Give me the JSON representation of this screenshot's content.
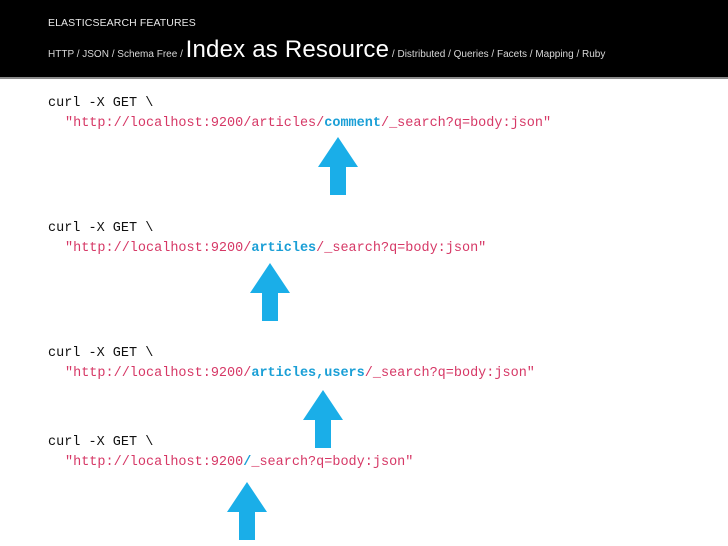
{
  "header": {
    "kicker": "ELASTICSEARCH FEATURES",
    "nav_before": "HTTP / JSON / Schema Free / ",
    "current": "Index as Resource",
    "nav_after": " / Distributed / Queries / Facets / Mapping / Ruby"
  },
  "colors": {
    "accent": "#1aaee8",
    "string": "#d63866",
    "highlight": "#1a9fd6"
  },
  "examples": [
    {
      "cmd": "curl -X GET \\",
      "pre": "\"http://localhost:9200/articles/",
      "hl": "comment",
      "post": "/_search?q=body:json\""
    },
    {
      "cmd": "curl -X GET \\",
      "pre": "\"http://localhost:9200/",
      "hl": "articles",
      "post": "/_search?q=body:json\""
    },
    {
      "cmd": "curl -X GET \\",
      "pre": "\"http://localhost:9200/",
      "hl": "articles,users",
      "post": "/_search?q=body:json\""
    },
    {
      "cmd": "curl -X GET \\",
      "pre": "\"http://localhost:9200",
      "hl": "/",
      "post": "_search?q=body:json\""
    }
  ],
  "icons": {
    "arrow": "arrow-up-icon"
  }
}
